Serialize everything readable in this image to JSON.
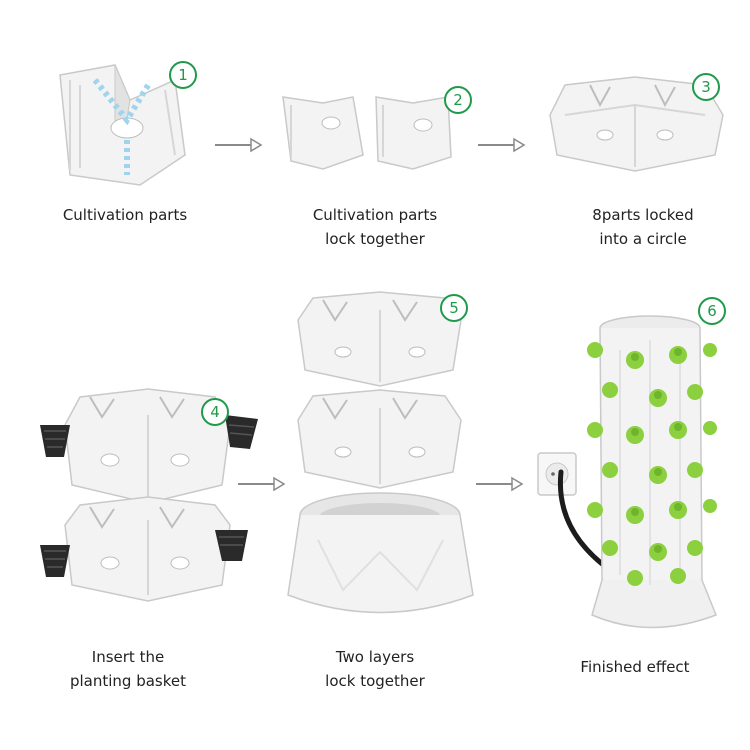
{
  "colors": {
    "badge": "#1e9a4a",
    "arrow": "#8a8a8a",
    "part": "#f3f3f3",
    "part_shade": "#d6d6d6",
    "leaf": "#8ccf3f",
    "basket": "#2a2a2a"
  },
  "steps": [
    {
      "number": "1",
      "line1": "Cultivation parts",
      "line2": ""
    },
    {
      "number": "2",
      "line1": "Cultivation parts",
      "line2": "lock together"
    },
    {
      "number": "3",
      "line1": "8parts locked",
      "line2": "into a circle"
    },
    {
      "number": "4",
      "line1": "Insert the",
      "line2": "planting basket"
    },
    {
      "number": "5",
      "line1": "Two layers",
      "line2": "lock together"
    },
    {
      "number": "6",
      "line1": "Finished effect",
      "line2": ""
    }
  ],
  "icons": {
    "arrow": "arrow-right-icon",
    "socket": "power-socket-icon"
  }
}
